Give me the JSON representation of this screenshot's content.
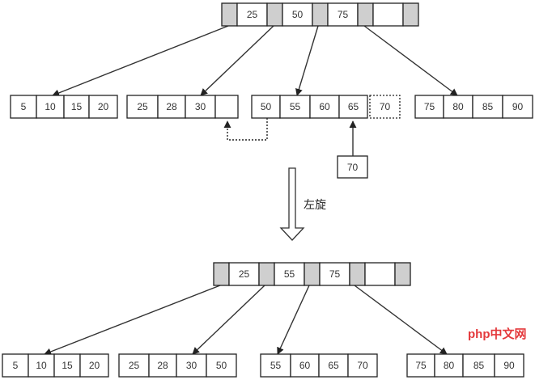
{
  "before": {
    "root": {
      "keys": [
        "25",
        "50",
        "75",
        ""
      ]
    },
    "leaves": [
      [
        "5",
        "10",
        "15",
        "20"
      ],
      [
        "25",
        "28",
        "30",
        ""
      ],
      [
        "50",
        "55",
        "60",
        "65"
      ],
      [
        "75",
        "80",
        "85",
        "90"
      ]
    ],
    "overflow_key": "70",
    "inserted_key": "70"
  },
  "operation_label": "左旋",
  "after": {
    "root": {
      "keys": [
        "25",
        "55",
        "75",
        ""
      ]
    },
    "leaves": [
      [
        "5",
        "10",
        "15",
        "20"
      ],
      [
        "25",
        "28",
        "30",
        "50"
      ],
      [
        "55",
        "60",
        "65",
        "70"
      ],
      [
        "75",
        "80",
        "85",
        "90"
      ]
    ]
  },
  "watermark": "php中文网"
}
